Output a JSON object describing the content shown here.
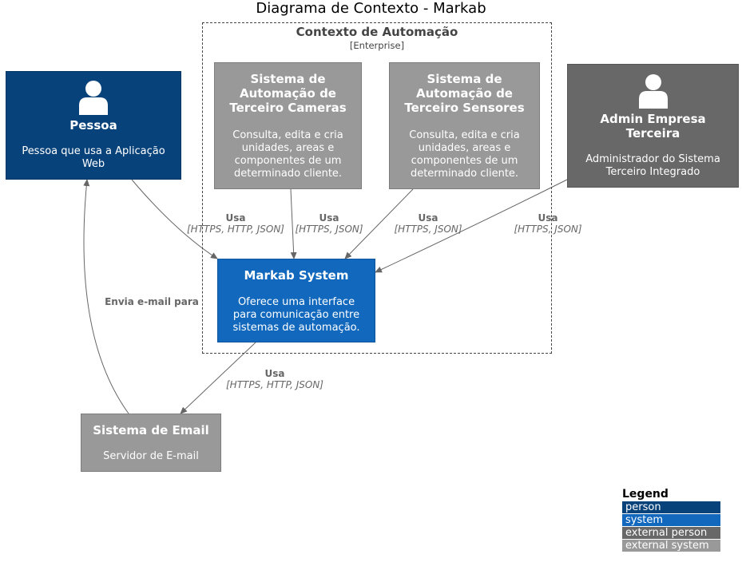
{
  "title": "Diagrama de Contexto - Markab",
  "boundary": {
    "name": "Contexto de Automação",
    "type": "[Enterprise]"
  },
  "elements": {
    "pessoa": {
      "name": "Pessoa",
      "desc": "Pessoa que usa a Aplicação Web",
      "color": "#08427b",
      "icon": "person-icon"
    },
    "cameras": {
      "name": "Sistema de Automação de Terceiro Cameras",
      "desc": "Consulta, edita e cria unidades, areas e componentes de um determinado cliente.",
      "color": "#999999"
    },
    "sensores": {
      "name": "Sistema de Automação de Terceiro Sensores",
      "desc": "Consulta, edita e cria unidades, areas e componentes de um determinado cliente.",
      "color": "#999999"
    },
    "admin": {
      "name": "Admin Empresa Terceira",
      "desc": "Administrador do Sistema Terceiro Integrado",
      "color": "#686868",
      "icon": "person-icon"
    },
    "markab": {
      "name": "Markab System",
      "desc": "Oferece uma interface para comunicação entre sistemas de automação.",
      "color": "#1168bd"
    },
    "email": {
      "name": "Sistema de Email",
      "desc": "Servidor de E-mail",
      "color": "#999999"
    }
  },
  "relations": {
    "pessoa_markab": {
      "label": "Usa",
      "tech": "[HTTPS, HTTP, JSON]"
    },
    "cameras_markab": {
      "label": "Usa",
      "tech": "[HTTPS, JSON]"
    },
    "sensores_markab": {
      "label": "Usa",
      "tech": "[HTTPS, JSON]"
    },
    "admin_markab": {
      "label": "Usa",
      "tech": "[HTTPS, JSON]"
    },
    "markab_email": {
      "label": "Usa",
      "tech": "[HTTPS, HTTP, JSON]"
    },
    "email_pessoa": {
      "label": "Envia e-mail para",
      "tech": ""
    }
  },
  "legend": {
    "title": "Legend",
    "items": [
      {
        "label": "person",
        "color": "#08427b"
      },
      {
        "label": "system",
        "color": "#1168bd"
      },
      {
        "label": "external person",
        "color": "#686868"
      },
      {
        "label": "external system",
        "color": "#999999"
      }
    ]
  }
}
